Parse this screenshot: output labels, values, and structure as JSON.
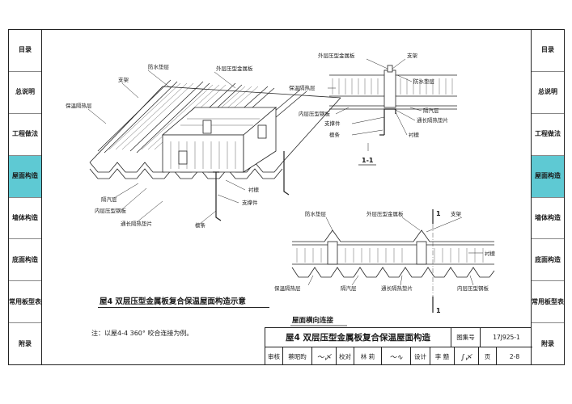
{
  "sidebar_left": [
    {
      "label": "目录",
      "active": false
    },
    {
      "label": "总说明",
      "active": false
    },
    {
      "label": "工程做法",
      "active": false
    },
    {
      "label": "屋面构造",
      "active": true
    },
    {
      "label": "墙体构造",
      "active": false
    },
    {
      "label": "底面构造",
      "active": false
    },
    {
      "label": "常用板型表",
      "active": false
    },
    {
      "label": "附录",
      "active": false
    }
  ],
  "sidebar_right": [
    {
      "label": "目录",
      "active": false
    },
    {
      "label": "总说明",
      "active": false
    },
    {
      "label": "工程做法",
      "active": false
    },
    {
      "label": "屋面构造",
      "active": true
    },
    {
      "label": "墙体构造",
      "active": false
    },
    {
      "label": "底面构造",
      "active": false
    },
    {
      "label": "常用板型表",
      "active": false
    },
    {
      "label": "附录",
      "active": false
    }
  ],
  "iso": {
    "labels": {
      "waterproof": "防水垫层",
      "support": "支架",
      "outer_panel": "外层压型金属板",
      "insulation": "保温隔热层",
      "vapor": "隔汽层",
      "inner_panel": "内层压型钢板",
      "pad": "通长隔热垫片",
      "purlin": "檩条",
      "bracket": "支撑件",
      "sub_purlin": "衬檩"
    },
    "caption": "屋4 双层压型金属板复合保温屋面构造示意"
  },
  "section11": {
    "labels": {
      "outer_panel": "外层压型金属板",
      "support": "支架",
      "waterproof": "防水垫层",
      "insulation": "保温隔热层",
      "vapor": "隔汽层",
      "inner_panel": "内层压型钢板",
      "pad": "通长隔热垫片",
      "bracket": "支撑件",
      "sub_purlin": "衬檩",
      "purlin": "檩条"
    },
    "caption": "1-1"
  },
  "lateral": {
    "labels": {
      "waterproof": "防水垫层",
      "outer_panel": "外层压型金属板",
      "support": "支架",
      "sub_purlin": "衬檩",
      "insulation": "保温隔热层",
      "vapor": "隔汽层",
      "pad": "通长隔热垫片",
      "inner_panel": "内层压型钢板",
      "cut_mark": "1"
    },
    "caption": "屋面横向连接"
  },
  "note": "注：以屋4-4 360° 咬合连接为例。",
  "title_block": {
    "title": "屋4 双层压型金属板复合保温屋面构造",
    "atlas_label": "图集号",
    "atlas_no": "17J925-1",
    "page_label": "页",
    "page_no": "2-8",
    "review_label": "审核",
    "reviewer": "蔡昭昀",
    "check_label": "校对",
    "checker": "林 莉",
    "design_label": "设计",
    "designer": "李 戆"
  }
}
